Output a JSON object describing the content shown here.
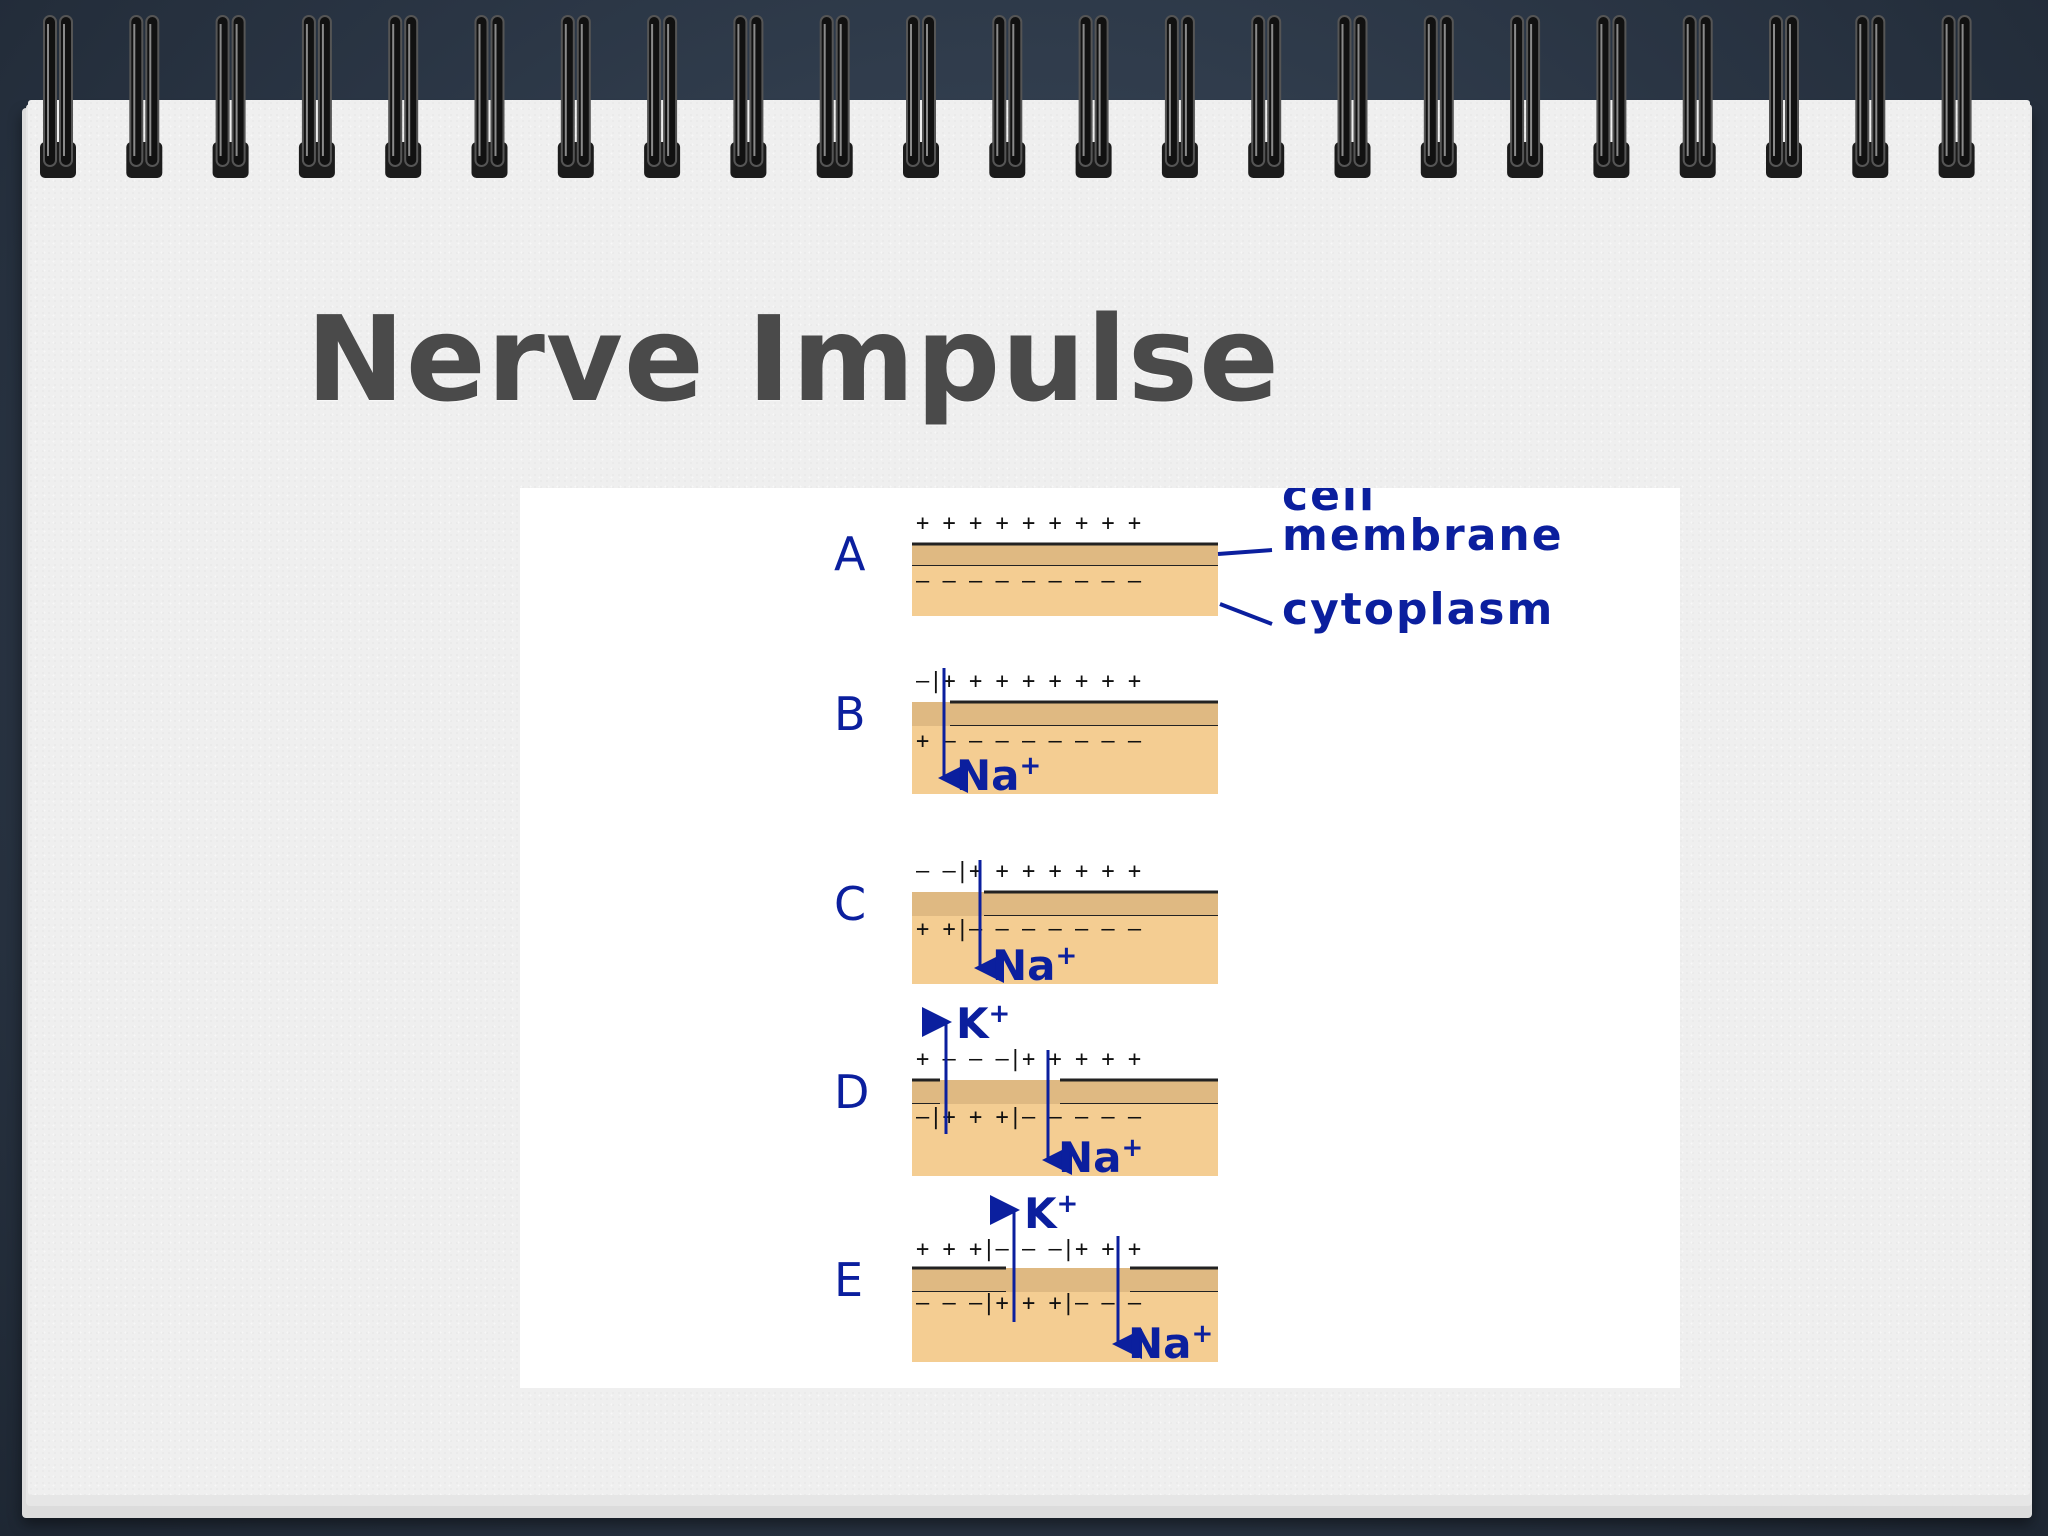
{
  "slide": {
    "title": "Nerve Impulse"
  },
  "figure": {
    "callouts": {
      "membrane_top": "cell",
      "membrane_bottom": "membrane",
      "cytoplasm": "cytoplasm"
    },
    "ions": {
      "sodium": "Na",
      "potassium": "K",
      "superscript": "+"
    },
    "stages": [
      {
        "label": "A",
        "top": "+ + + + + + + + +",
        "bottom": "– – – – – – – – –"
      },
      {
        "label": "B",
        "top": "–|+ + + + + + + +",
        "bottom": "+ – – – – – – – –"
      },
      {
        "label": "C",
        "top": "– –|+ + + + + + +",
        "bottom": "+ +|– – – – – – –"
      },
      {
        "label": "D",
        "top": "+ – – –|+ + + + +",
        "bottom": "–|+ + +|– – – – –"
      },
      {
        "label": "E",
        "top": "+ + +|– – –|+ + +",
        "bottom": "– – –|+ + +|– – –"
      }
    ]
  },
  "colors": {
    "membrane": "#dfb982",
    "cytoplasm": "#f4cd92",
    "label_blue": "#0b1f9e",
    "title": "#4a4a4a"
  }
}
